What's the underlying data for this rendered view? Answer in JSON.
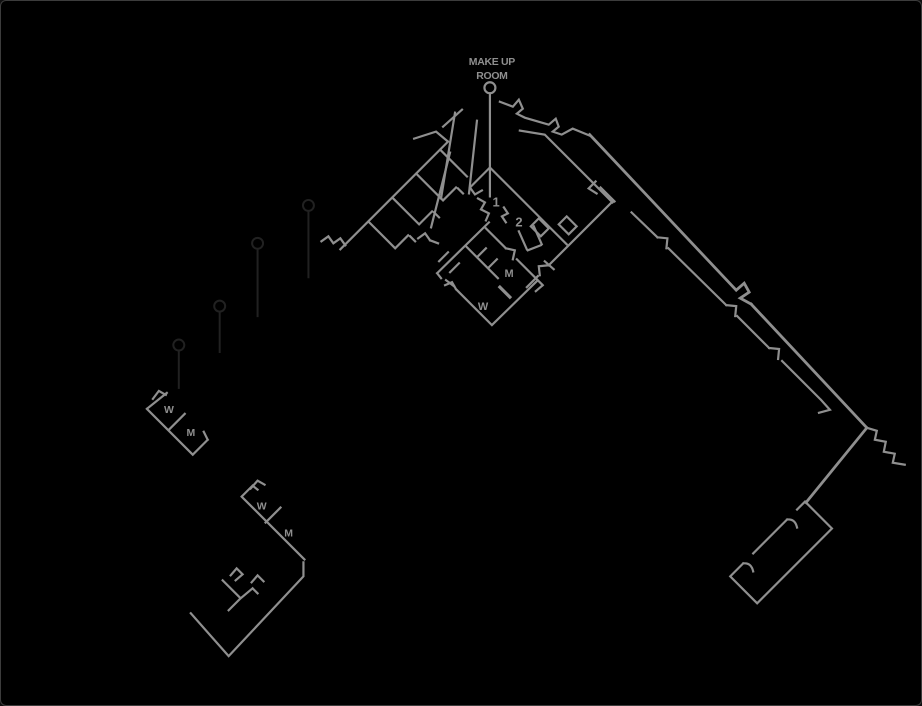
{
  "window": {
    "background": "#000000",
    "border_color": "#3c3c3c"
  },
  "drawing": {
    "type": "architectural floor plan, rotated 45 degrees, CAD line drawing on black",
    "line_color": "#8f8f8f",
    "dim_leader_color": "#212121",
    "labels": {
      "makeup_room_line1": "MAKE UP",
      "makeup_room_line2": "ROOM",
      "room_1": "1",
      "room_2": "2",
      "center_mens": "M",
      "center_womens": "W",
      "block1_womens": "W",
      "block1_mens": "M",
      "block2_womens": "W",
      "block2_mens": "M"
    }
  }
}
